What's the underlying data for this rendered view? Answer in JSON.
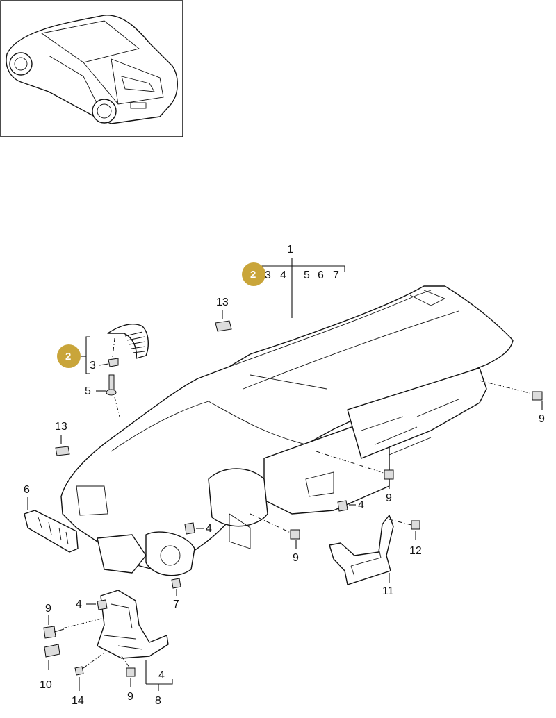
{
  "diagram": {
    "badge_color": "#c9a53a",
    "badges": [
      {
        "id": "badge-top",
        "text": "2"
      },
      {
        "id": "badge-left",
        "text": "2"
      }
    ],
    "group_top": {
      "main": "1",
      "items": [
        "3",
        "4",
        "5",
        "6",
        "7"
      ]
    },
    "labels": {
      "vent_clip": "3",
      "screw_vent": "5",
      "clip_upper": "13",
      "clip_lower": "13",
      "trim_strip": "6",
      "bolt_right_top": "9",
      "bolt_right_mid": "9",
      "nut_right": "4",
      "bolt_center": "9",
      "nut_center": "4",
      "bolt_bracket": "12",
      "bracket_right": "11",
      "clip_center": "7",
      "nut_lower_left": "4",
      "bolt_lower_left": "9",
      "sleeve": "10",
      "clip_bottom": "14",
      "bolt_bottom": "9",
      "group_bottom_item": "4",
      "group_bottom_main": "8"
    }
  }
}
